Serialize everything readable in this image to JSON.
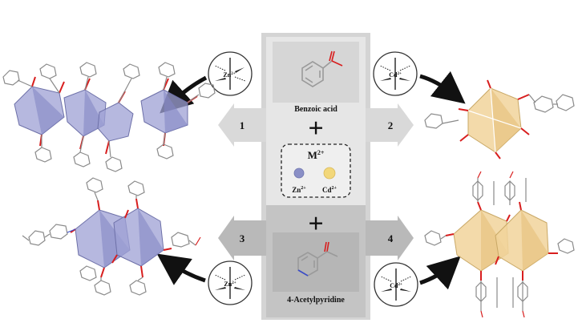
{
  "center": {
    "top_reagent": "Benzoic acid",
    "bottom_reagent": "4-Acetylpyridine",
    "plus_top": "+",
    "plus_bottom": "+",
    "metal_box": {
      "title_base": "M",
      "title_sup": "2+",
      "items": [
        {
          "base": "Zn",
          "sup": "2+",
          "color": "#8a8fc6"
        },
        {
          "base": "Cd",
          "sup": "2+",
          "color": "#f2d77a"
        }
      ]
    }
  },
  "routes": [
    {
      "number": "1",
      "metal_base": "Zn",
      "metal_sup": "2+"
    },
    {
      "number": "2",
      "metal_base": "Cd",
      "metal_sup": "2+"
    },
    {
      "number": "3",
      "metal_base": "Zn",
      "metal_sup": "2+"
    },
    {
      "number": "4",
      "metal_base": "Cd",
      "metal_sup": "2+"
    }
  ],
  "colors": {
    "top_panel": "#e6e6e6",
    "bottom_panel": "#c4c4c4",
    "frame": "#d4d4d4",
    "top_arrow": "#d9d9d9",
    "bottom_arrow": "#b9b9b9",
    "zn_polyhedron": "#9ea0d4",
    "cd_polyhedron": "#f1d39b",
    "oxygen_bond": "#d81e1e",
    "nitrogen_bond": "#3a4cc9",
    "carbon_bond": "#8a8a8a"
  }
}
